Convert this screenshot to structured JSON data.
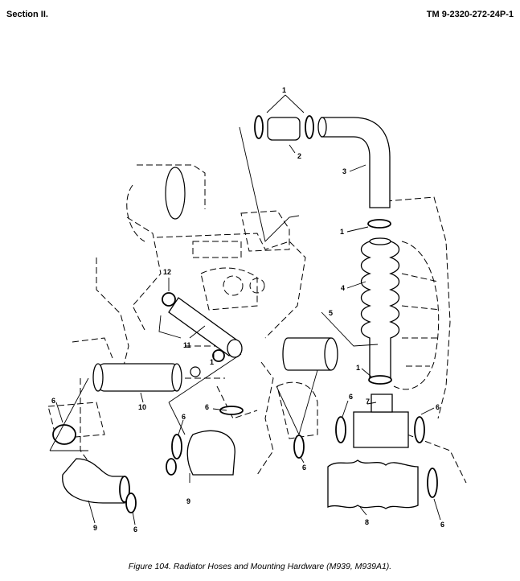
{
  "header": {
    "section": "Section II.",
    "tm_number": "TM 9-2320-272-24P-1"
  },
  "figure": {
    "caption": "Figure 104.  Radiator Hoses and Mounting Hardware (M939, M939A1).",
    "callouts": [
      {
        "id": "c1a",
        "text": "1"
      },
      {
        "id": "c2",
        "text": "2"
      },
      {
        "id": "c3",
        "text": "3"
      },
      {
        "id": "c1b",
        "text": "1"
      },
      {
        "id": "c4",
        "text": "4"
      },
      {
        "id": "c12",
        "text": "12"
      },
      {
        "id": "c5",
        "text": "5"
      },
      {
        "id": "c11",
        "text": "11"
      },
      {
        "id": "c1c",
        "text": "1"
      },
      {
        "id": "c1d",
        "text": "1"
      },
      {
        "id": "c10",
        "text": "10"
      },
      {
        "id": "c6a",
        "text": "6"
      },
      {
        "id": "c6b",
        "text": "6"
      },
      {
        "id": "c7",
        "text": "7"
      },
      {
        "id": "c6c",
        "text": "6"
      },
      {
        "id": "c6d",
        "text": "6"
      },
      {
        "id": "c6e",
        "text": "6"
      },
      {
        "id": "c6f",
        "text": "6"
      },
      {
        "id": "c9a",
        "text": "9"
      },
      {
        "id": "c9b",
        "text": "9"
      },
      {
        "id": "c6g",
        "text": "6"
      },
      {
        "id": "c8",
        "text": "8"
      },
      {
        "id": "c6h",
        "text": "6"
      }
    ]
  }
}
